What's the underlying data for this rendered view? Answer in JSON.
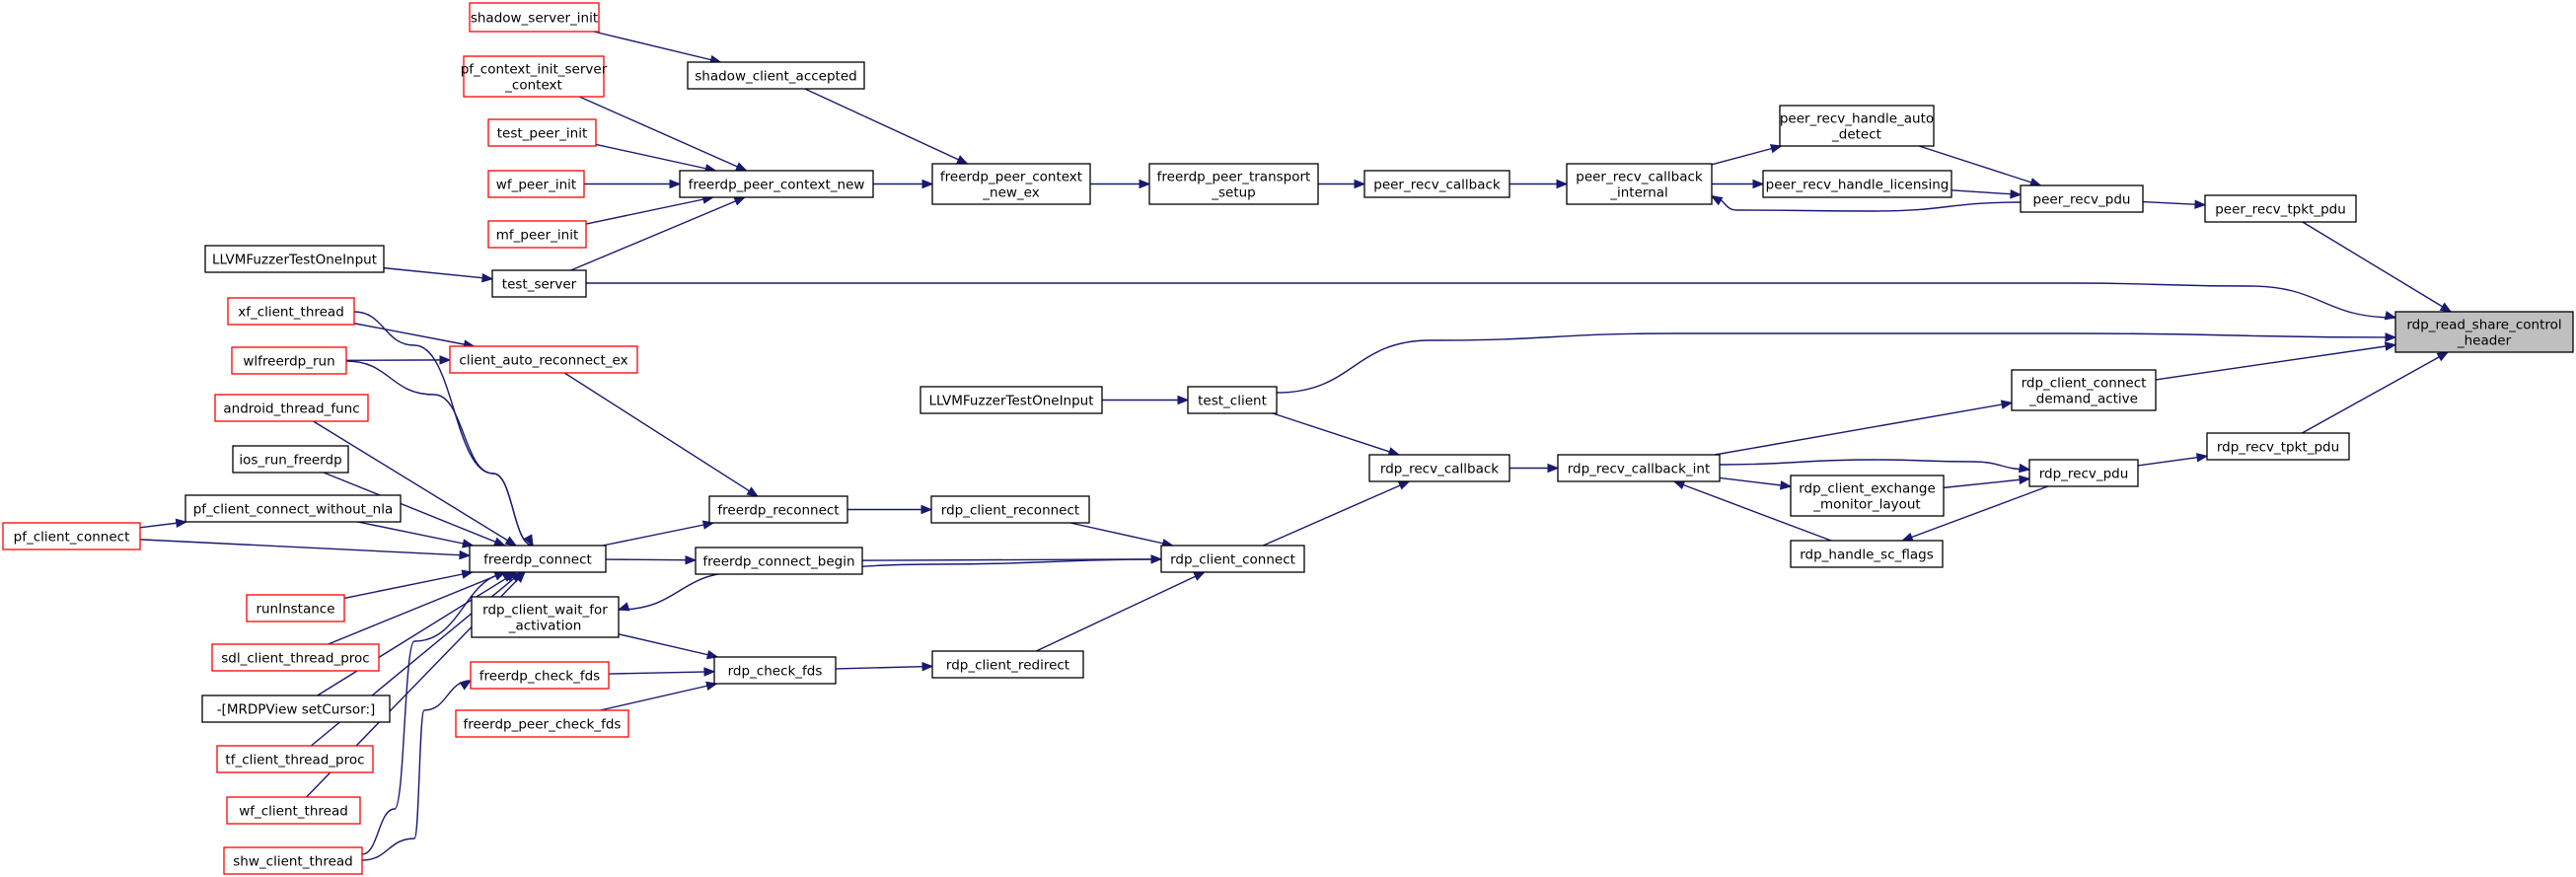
{
  "graph": {
    "title": "rdp_read_share_control_header",
    "nodes": {
      "shadow_server_init": {
        "lines": [
          "shadow_server_init"
        ],
        "style": "red"
      },
      "pf_context_init": {
        "lines": [
          "pf_context_init_server",
          "_context"
        ],
        "style": "red"
      },
      "test_peer_init": {
        "lines": [
          "test_peer_init"
        ],
        "style": "red"
      },
      "wf_peer_init": {
        "lines": [
          "wf_peer_init"
        ],
        "style": "red"
      },
      "mf_peer_init": {
        "lines": [
          "mf_peer_init"
        ],
        "style": "red"
      },
      "llvm_server": {
        "lines": [
          "LLVMFuzzerTestOneInput"
        ],
        "style": "black"
      },
      "shadow_client_accepted": {
        "lines": [
          "shadow_client_accepted"
        ],
        "style": "black"
      },
      "freerdp_peer_context_new": {
        "lines": [
          "freerdp_peer_context_new"
        ],
        "style": "black"
      },
      "test_server": {
        "lines": [
          "test_server"
        ],
        "style": "black"
      },
      "freerdp_peer_context_new_ex": {
        "lines": [
          "freerdp_peer_context",
          "_new_ex"
        ],
        "style": "black"
      },
      "freerdp_peer_transport_setup": {
        "lines": [
          "freerdp_peer_transport",
          "_setup"
        ],
        "style": "black"
      },
      "peer_recv_callback": {
        "lines": [
          "peer_recv_callback"
        ],
        "style": "black"
      },
      "peer_recv_callback_internal": {
        "lines": [
          "peer_recv_callback",
          "_internal"
        ],
        "style": "black"
      },
      "peer_recv_handle_auto_detect": {
        "lines": [
          "peer_recv_handle_auto",
          "_detect"
        ],
        "style": "black"
      },
      "peer_recv_handle_licensing": {
        "lines": [
          "peer_recv_handle_licensing"
        ],
        "style": "black"
      },
      "peer_recv_pdu": {
        "lines": [
          "peer_recv_pdu"
        ],
        "style": "black"
      },
      "peer_recv_tpkt_pdu": {
        "lines": [
          "peer_recv_tpkt_pdu"
        ],
        "style": "black"
      },
      "rdp_read_share_control_header": {
        "lines": [
          "rdp_read_share_control",
          "_header"
        ],
        "style": "focus"
      },
      "xf_client_thread": {
        "lines": [
          "xf_client_thread"
        ],
        "style": "red"
      },
      "wlfreerdp_run": {
        "lines": [
          "wlfreerdp_run"
        ],
        "style": "red"
      },
      "android_thread_func": {
        "lines": [
          "android_thread_func"
        ],
        "style": "red"
      },
      "ios_run_freerdp": {
        "lines": [
          "ios_run_freerdp"
        ],
        "style": "black"
      },
      "pf_client_connect_without_nla": {
        "lines": [
          "pf_client_connect_without_nla"
        ],
        "style": "black"
      },
      "pf_client_connect": {
        "lines": [
          "pf_client_connect"
        ],
        "style": "red"
      },
      "runInstance": {
        "lines": [
          "runInstance"
        ],
        "style": "red"
      },
      "sdl_client_thread_proc": {
        "lines": [
          "sdl_client_thread_proc"
        ],
        "style": "red"
      },
      "mrdpview_setcursor": {
        "lines": [
          "-[MRDPView setCursor:]"
        ],
        "style": "black"
      },
      "tf_client_thread_proc": {
        "lines": [
          "tf_client_thread_proc"
        ],
        "style": "red"
      },
      "wf_client_thread": {
        "lines": [
          "wf_client_thread"
        ],
        "style": "red"
      },
      "shw_client_thread": {
        "lines": [
          "shw_client_thread"
        ],
        "style": "red"
      },
      "client_auto_reconnect_ex": {
        "lines": [
          "client_auto_reconnect_ex"
        ],
        "style": "red"
      },
      "freerdp_connect": {
        "lines": [
          "freerdp_connect"
        ],
        "style": "black"
      },
      "rdp_client_wait_for_activation": {
        "lines": [
          "rdp_client_wait_for",
          "_activation"
        ],
        "style": "black"
      },
      "freerdp_check_fds": {
        "lines": [
          "freerdp_check_fds"
        ],
        "style": "red"
      },
      "freerdp_peer_check_fds": {
        "lines": [
          "freerdp_peer_check_fds"
        ],
        "style": "red"
      },
      "freerdp_reconnect": {
        "lines": [
          "freerdp_reconnect"
        ],
        "style": "black"
      },
      "freerdp_connect_begin": {
        "lines": [
          "freerdp_connect_begin"
        ],
        "style": "black"
      },
      "rdp_check_fds": {
        "lines": [
          "rdp_check_fds"
        ],
        "style": "black"
      },
      "rdp_client_reconnect": {
        "lines": [
          "rdp_client_reconnect"
        ],
        "style": "black"
      },
      "rdp_client_redirect": {
        "lines": [
          "rdp_client_redirect"
        ],
        "style": "black"
      },
      "rdp_client_connect": {
        "lines": [
          "rdp_client_connect"
        ],
        "style": "black"
      },
      "llvm_client": {
        "lines": [
          "LLVMFuzzerTestOneInput"
        ],
        "style": "black"
      },
      "test_client": {
        "lines": [
          "test_client"
        ],
        "style": "black"
      },
      "rdp_recv_callback": {
        "lines": [
          "rdp_recv_callback"
        ],
        "style": "black"
      },
      "rdp_recv_callback_int": {
        "lines": [
          "rdp_recv_callback_int"
        ],
        "style": "black"
      },
      "rdp_client_connect_demand_active": {
        "lines": [
          "rdp_client_connect",
          "_demand_active"
        ],
        "style": "black"
      },
      "rdp_client_exchange_monitor_layout": {
        "lines": [
          "rdp_client_exchange",
          "_monitor_layout"
        ],
        "style": "black"
      },
      "rdp_handle_sc_flags": {
        "lines": [
          "rdp_handle_sc_flags"
        ],
        "style": "black"
      },
      "rdp_recv_pdu": {
        "lines": [
          "rdp_recv_pdu"
        ],
        "style": "black"
      },
      "rdp_recv_tpkt_pdu": {
        "lines": [
          "rdp_recv_tpkt_pdu"
        ],
        "style": "black"
      }
    },
    "edges": [
      [
        "shadow_server_init",
        "shadow_client_accepted"
      ],
      [
        "shadow_client_accepted",
        "freerdp_peer_context_new_ex"
      ],
      [
        "pf_context_init",
        "freerdp_peer_context_new"
      ],
      [
        "test_peer_init",
        "freerdp_peer_context_new"
      ],
      [
        "wf_peer_init",
        "freerdp_peer_context_new"
      ],
      [
        "mf_peer_init",
        "freerdp_peer_context_new"
      ],
      [
        "test_server",
        "freerdp_peer_context_new"
      ],
      [
        "llvm_server",
        "test_server"
      ],
      [
        "freerdp_peer_context_new",
        "freerdp_peer_context_new_ex"
      ],
      [
        "freerdp_peer_context_new_ex",
        "freerdp_peer_transport_setup"
      ],
      [
        "freerdp_peer_transport_setup",
        "peer_recv_callback"
      ],
      [
        "peer_recv_callback",
        "peer_recv_callback_internal"
      ],
      [
        "peer_recv_callback_internal",
        "peer_recv_handle_auto_detect"
      ],
      [
        "peer_recv_callback_internal",
        "peer_recv_handle_licensing"
      ],
      [
        "peer_recv_pdu",
        "peer_recv_callback_internal"
      ],
      [
        "peer_recv_handle_auto_detect",
        "peer_recv_pdu"
      ],
      [
        "peer_recv_handle_licensing",
        "peer_recv_pdu"
      ],
      [
        "peer_recv_pdu",
        "peer_recv_tpkt_pdu"
      ],
      [
        "peer_recv_tpkt_pdu",
        "rdp_read_share_control_header"
      ],
      [
        "test_server",
        "rdp_read_share_control_header"
      ],
      [
        "test_client",
        "rdp_read_share_control_header"
      ],
      [
        "rdp_client_connect_demand_active",
        "rdp_read_share_control_header"
      ],
      [
        "rdp_recv_tpkt_pdu",
        "rdp_read_share_control_header"
      ],
      [
        "xf_client_thread",
        "client_auto_reconnect_ex"
      ],
      [
        "wlfreerdp_run",
        "client_auto_reconnect_ex"
      ],
      [
        "client_auto_reconnect_ex",
        "freerdp_reconnect"
      ],
      [
        "xf_client_thread",
        "freerdp_connect"
      ],
      [
        "wlfreerdp_run",
        "freerdp_connect"
      ],
      [
        "android_thread_func",
        "freerdp_connect"
      ],
      [
        "ios_run_freerdp",
        "freerdp_connect"
      ],
      [
        "pf_client_connect_without_nla",
        "freerdp_connect"
      ],
      [
        "pf_client_connect",
        "pf_client_connect_without_nla"
      ],
      [
        "pf_client_connect",
        "freerdp_connect"
      ],
      [
        "runInstance",
        "freerdp_connect"
      ],
      [
        "sdl_client_thread_proc",
        "freerdp_connect"
      ],
      [
        "mrdpview_setcursor",
        "freerdp_connect"
      ],
      [
        "tf_client_thread_proc",
        "freerdp_connect"
      ],
      [
        "wf_client_thread",
        "freerdp_connect"
      ],
      [
        "shw_client_thread",
        "freerdp_connect"
      ],
      [
        "shw_client_thread",
        "freerdp_check_fds"
      ],
      [
        "freerdp_connect",
        "freerdp_reconnect"
      ],
      [
        "freerdp_connect",
        "freerdp_connect_begin"
      ],
      [
        "freerdp_reconnect",
        "rdp_client_reconnect"
      ],
      [
        "freerdp_connect_begin",
        "rdp_client_connect"
      ],
      [
        "rdp_client_connect",
        "rdp_client_wait_for_activation"
      ],
      [
        "rdp_client_wait_for_activation",
        "rdp_check_fds"
      ],
      [
        "freerdp_check_fds",
        "rdp_check_fds"
      ],
      [
        "freerdp_peer_check_fds",
        "rdp_check_fds"
      ],
      [
        "rdp_check_fds",
        "rdp_client_redirect"
      ],
      [
        "rdp_client_reconnect",
        "rdp_client_connect"
      ],
      [
        "rdp_client_redirect",
        "rdp_client_connect"
      ],
      [
        "rdp_client_connect",
        "rdp_recv_callback"
      ],
      [
        "llvm_client",
        "test_client"
      ],
      [
        "test_client",
        "rdp_recv_callback"
      ],
      [
        "rdp_recv_callback",
        "rdp_recv_callback_int"
      ],
      [
        "rdp_recv_callback_int",
        "rdp_client_connect_demand_active"
      ],
      [
        "rdp_recv_callback_int",
        "rdp_recv_pdu"
      ],
      [
        "rdp_recv_callback_int",
        "rdp_client_exchange_monitor_layout"
      ],
      [
        "rdp_recv_pdu",
        "rdp_handle_sc_flags"
      ],
      [
        "rdp_client_exchange_monitor_layout",
        "rdp_recv_pdu"
      ],
      [
        "rdp_handle_sc_flags",
        "rdp_recv_callback_int"
      ],
      [
        "rdp_recv_pdu",
        "rdp_recv_tpkt_pdu"
      ]
    ]
  }
}
